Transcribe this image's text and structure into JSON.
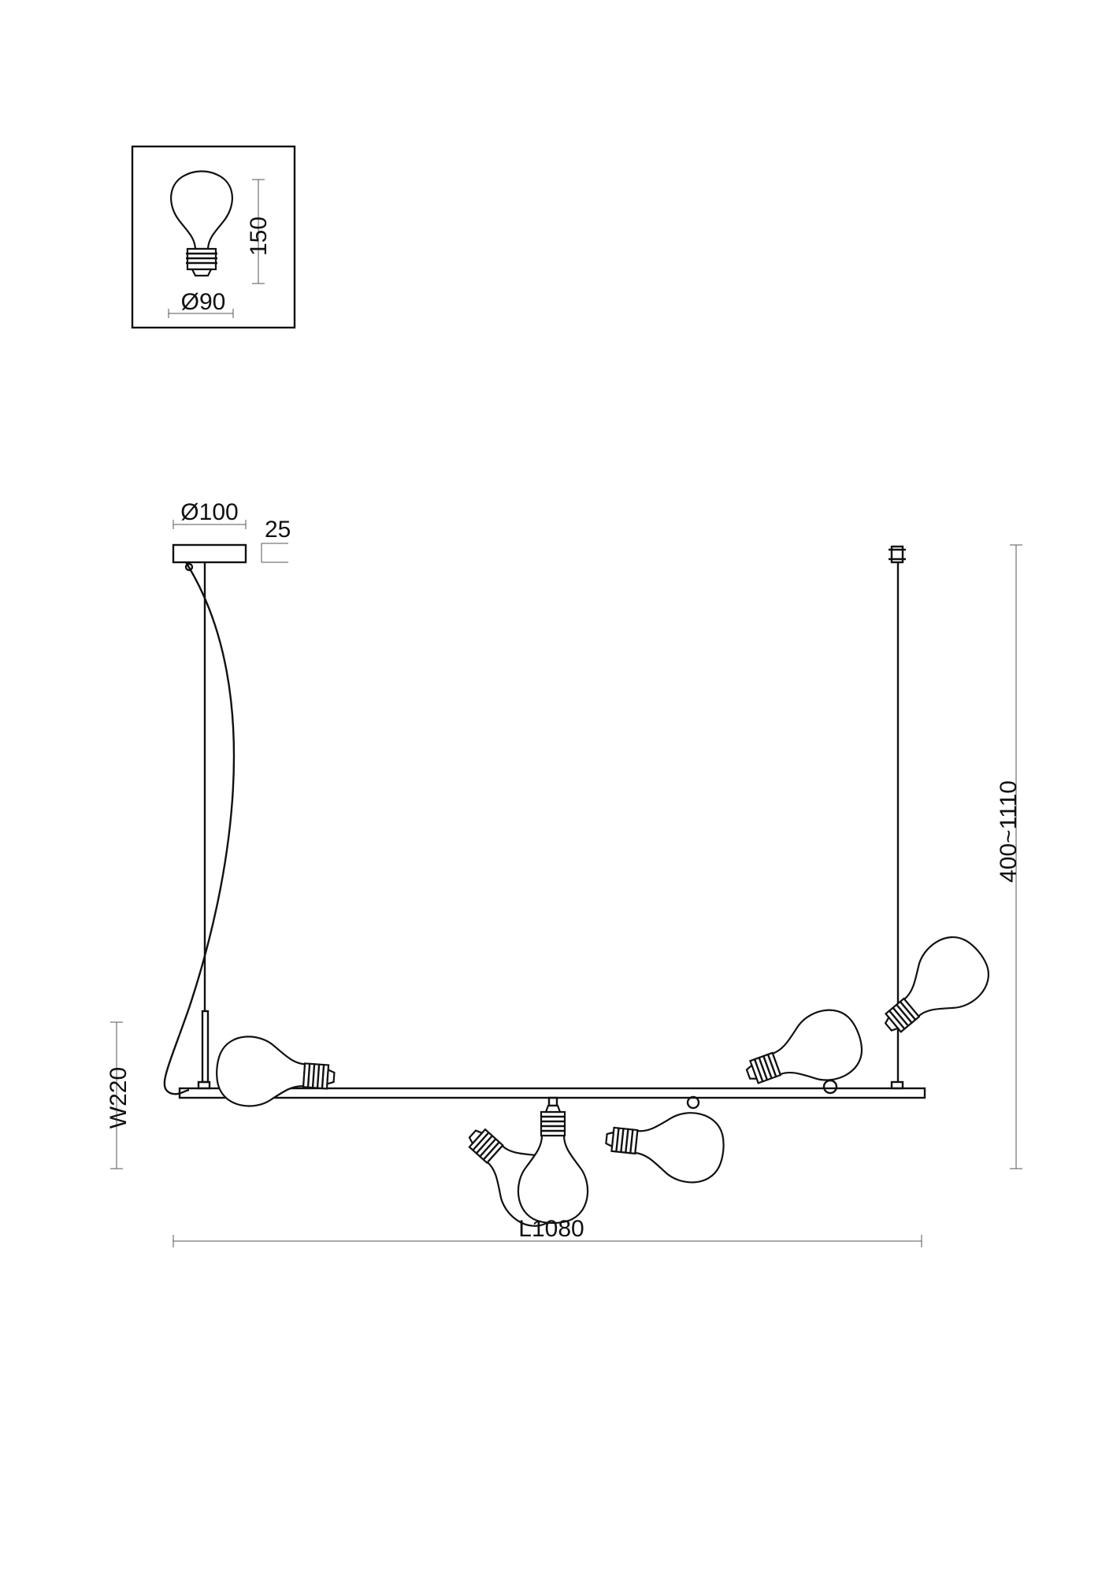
{
  "detail_box": {
    "bulb_height_label": "150",
    "bulb_diameter_label": "Ø90"
  },
  "dimensions": {
    "canopy_diameter_label": "Ø100",
    "canopy_height_label": "25",
    "suspension_height_label": "400~1110",
    "width_label": "W220",
    "length_label": "L1080"
  },
  "colors": {
    "line": "#111111",
    "dimension_line": "#555555",
    "background": "#ffffff"
  }
}
